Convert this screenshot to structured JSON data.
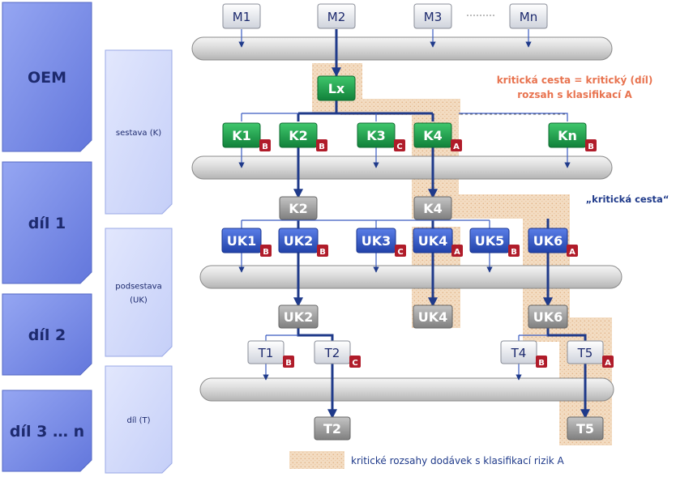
{
  "levels": [
    {
      "id": "oem",
      "label": "OEM"
    },
    {
      "id": "dil1",
      "label": "díl 1"
    },
    {
      "id": "dil2",
      "label": "díl 2"
    },
    {
      "id": "dil3",
      "label": "díl 3 … n"
    }
  ],
  "categories": [
    {
      "id": "sestava",
      "lines": [
        "sestava  (K)"
      ]
    },
    {
      "id": "podsestava",
      "lines": [
        "podsestava",
        "(UK)"
      ]
    },
    {
      "id": "dil",
      "lines": [
        "díl  (T)"
      ]
    }
  ],
  "tier_m": [
    {
      "id": "M1",
      "label": "M1"
    },
    {
      "id": "M2",
      "label": "M2"
    },
    {
      "id": "M3",
      "label": "M3"
    },
    {
      "id": "Mn",
      "label": "Mn"
    }
  ],
  "lx": {
    "label": "Lx"
  },
  "tier_k": [
    {
      "id": "K1",
      "label": "K1",
      "risk": "B"
    },
    {
      "id": "K2",
      "label": "K2",
      "risk": "B"
    },
    {
      "id": "K3",
      "label": "K3",
      "risk": "C"
    },
    {
      "id": "K4",
      "label": "K4",
      "risk": "A"
    },
    {
      "id": "Kn",
      "label": "Kn",
      "risk": "B"
    }
  ],
  "delivered_k": [
    {
      "id": "K2d",
      "label": "K2"
    },
    {
      "id": "K4d",
      "label": "K4"
    }
  ],
  "tier_uk": [
    {
      "id": "UK1",
      "label": "UK1",
      "risk": "B"
    },
    {
      "id": "UK2",
      "label": "UK2",
      "risk": "B"
    },
    {
      "id": "UK3",
      "label": "UK3",
      "risk": "C"
    },
    {
      "id": "UK4",
      "label": "UK4",
      "risk": "A"
    },
    {
      "id": "UK5",
      "label": "UK5",
      "risk": "B"
    },
    {
      "id": "UK6",
      "label": "UK6",
      "risk": "A"
    }
  ],
  "delivered_uk": [
    {
      "id": "UK2d",
      "label": "UK2"
    },
    {
      "id": "UK4d",
      "label": "UK4"
    },
    {
      "id": "UK6d",
      "label": "UK6"
    }
  ],
  "tier_t": [
    {
      "id": "T1",
      "label": "T1",
      "risk": "B"
    },
    {
      "id": "T2",
      "label": "T2",
      "risk": "C"
    },
    {
      "id": "T4",
      "label": "T4",
      "risk": "B"
    },
    {
      "id": "T5",
      "label": "T5",
      "risk": "A"
    }
  ],
  "delivered_t": [
    {
      "id": "T2d",
      "label": "T2"
    },
    {
      "id": "T5d",
      "label": "T5"
    }
  ],
  "notes": {
    "critical_definition": [
      "kritická cesta = kritický (díl)",
      "rozsah s klasifikací A"
    ],
    "critical_path": "„kritická cesta“",
    "legend": "kritické rozsahy dodávek s klasifikací rizik A"
  },
  "colors": {
    "level_blue": "#7b8fe8",
    "category_blue": "#d4dbfb",
    "green": "#1fa04a",
    "blue": "#2f56c8",
    "grey": "#9a9a9a",
    "light": "#e4e7ee",
    "risk": "#b01c2a",
    "note_orange": "#e8734f",
    "hatch": "#f1d2b0"
  }
}
